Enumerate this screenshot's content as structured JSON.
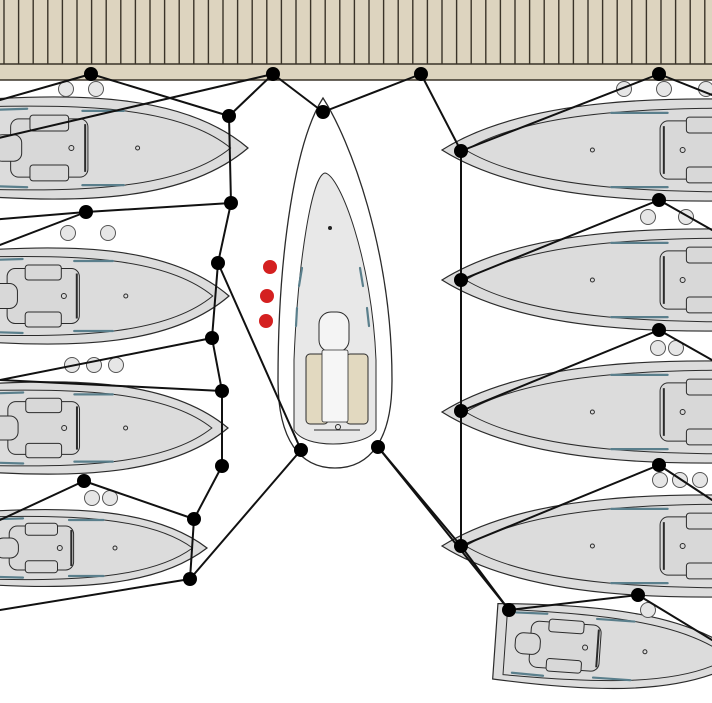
{
  "scene": {
    "colors": {
      "pier_planks": "#ddd4bf",
      "pier_lines": "#3a3328",
      "hull_fill": "#dcdcdc",
      "hull_outline": "#2b2b2b",
      "center_boat_hull": "#ffffff",
      "center_boat_seats": "#e2d9c0",
      "mooring_lines": "#111111",
      "red_markers": "#d42020",
      "windows": "#5a7f8c"
    },
    "elements": [
      "pier",
      "moored-boats-left",
      "moored-boats-right",
      "center-boat",
      "mooring-lines",
      "red-markers",
      "fenders"
    ]
  }
}
